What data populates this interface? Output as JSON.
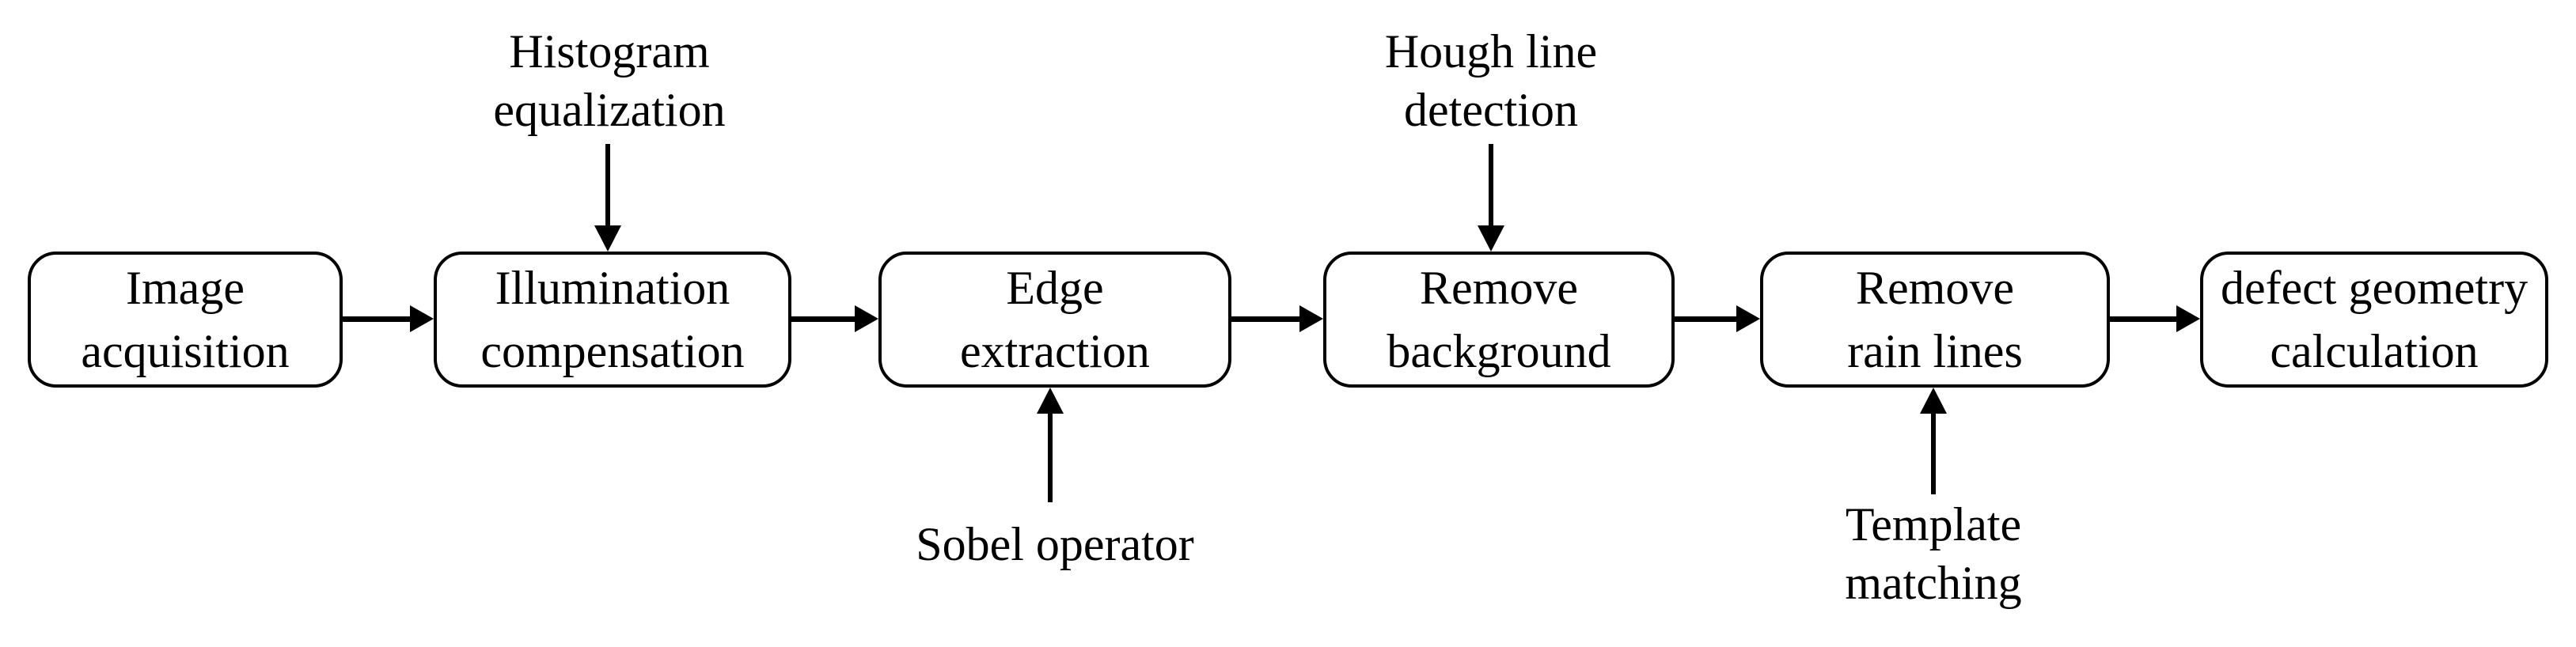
{
  "diagram": {
    "type": "flowchart",
    "background_color": "#ffffff",
    "line_color": "#000000",
    "nodes": [
      {
        "id": "image-acquisition",
        "label": "Image\nacquisition"
      },
      {
        "id": "illumination-compensation",
        "label": "Illumination\ncompensation"
      },
      {
        "id": "edge-extraction",
        "label": "Edge\nextraction"
      },
      {
        "id": "remove-background",
        "label": "Remove\nbackground"
      },
      {
        "id": "remove-rain-lines",
        "label": "Remove\nrain lines"
      },
      {
        "id": "defect-geometry-calculation",
        "label": "defect geometry\ncalculation"
      }
    ],
    "annotations": [
      {
        "id": "histogram-equalization",
        "label": "Histogram\nequalization",
        "position": "above",
        "points_to": "Illumination compensation"
      },
      {
        "id": "hough-line-detection",
        "label": "Hough line\ndetection",
        "position": "above",
        "points_to": "Remove background"
      },
      {
        "id": "sobel-operator",
        "label": "Sobel operator",
        "position": "below",
        "points_to": "Edge extraction"
      },
      {
        "id": "template-matching",
        "label": "Template\nmatching",
        "position": "below",
        "points_to": "Remove rain lines"
      }
    ]
  }
}
